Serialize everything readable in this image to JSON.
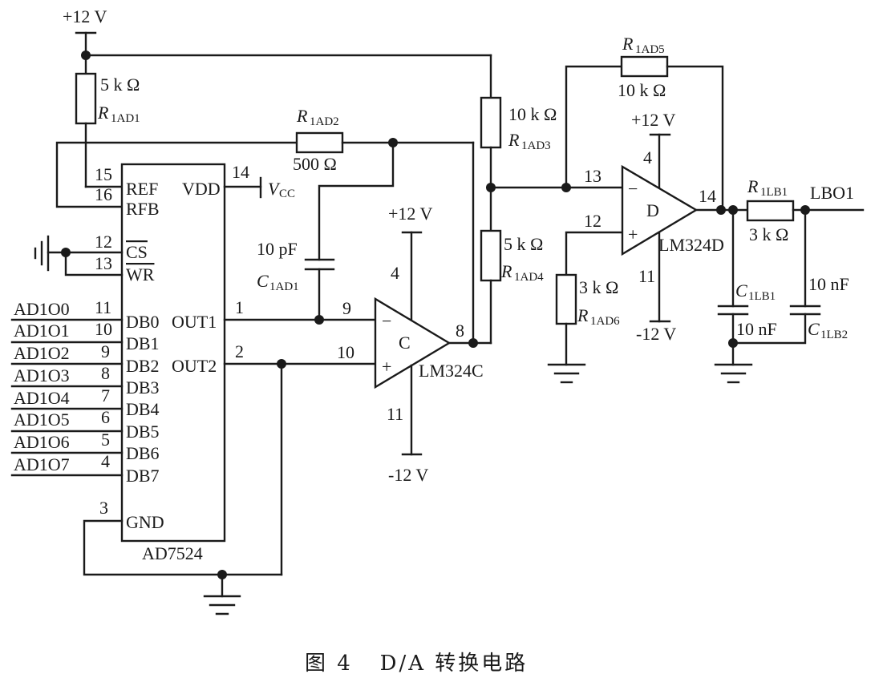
{
  "figure": {
    "caption": "图 4   D/A 转换电路"
  },
  "power": {
    "vpos": "+12 V",
    "vneg": "-12 V",
    "vcc_main": "V",
    "vcc_sub": "CC"
  },
  "dac": {
    "part": "AD7524",
    "pins_left": [
      {
        "num": "15",
        "name": "REF"
      },
      {
        "num": "16",
        "name": "RFB"
      },
      {
        "num": "12",
        "name": "CS"
      },
      {
        "num": "13",
        "name": "WR"
      },
      {
        "num": "11",
        "name": "DB0"
      },
      {
        "num": "10",
        "name": "DB1"
      },
      {
        "num": "9",
        "name": "DB2"
      },
      {
        "num": "8",
        "name": "DB3"
      },
      {
        "num": "7",
        "name": "DB4"
      },
      {
        "num": "6",
        "name": "DB5"
      },
      {
        "num": "5",
        "name": "DB6"
      },
      {
        "num": "4",
        "name": "DB7"
      },
      {
        "num": "3",
        "name": "GND"
      }
    ],
    "pins_right": [
      {
        "num": "14",
        "name": "VDD"
      },
      {
        "num": "1",
        "name": "OUT1"
      },
      {
        "num": "2",
        "name": "OUT2"
      }
    ],
    "data_nets": [
      "AD1O0",
      "AD1O1",
      "AD1O2",
      "AD1O3",
      "AD1O4",
      "AD1O5",
      "AD1O6",
      "AD1O7"
    ]
  },
  "opamp_c": {
    "letter": "C",
    "part": "LM324C",
    "pin_inv": "9",
    "pin_noninv": "10",
    "pin_out": "8",
    "pin_vpos": "4",
    "pin_vneg": "11",
    "minus": "−",
    "plus": "+"
  },
  "opamp_d": {
    "letter": "D",
    "part": "LM324D",
    "pin_inv": "13",
    "pin_noninv": "12",
    "pin_out": "14",
    "pin_vpos": "4",
    "pin_vneg": "11",
    "minus": "−",
    "plus": "+"
  },
  "components": {
    "r1ad1": {
      "main": "R",
      "sub": "1AD1",
      "value": "5 k Ω"
    },
    "r1ad2": {
      "main": "R",
      "sub": "1AD2",
      "value": "500  Ω"
    },
    "r1ad3": {
      "main": "R",
      "sub": "1AD3",
      "value": "10 k Ω"
    },
    "r1ad4": {
      "main": "R",
      "sub": "1AD4",
      "value": "5 k Ω"
    },
    "r1ad5": {
      "main": "R",
      "sub": "1AD5",
      "value": "10 k Ω"
    },
    "r1ad6": {
      "main": "R",
      "sub": "1AD6",
      "value": "3 k Ω"
    },
    "r1lb1": {
      "main": "R",
      "sub": "1LB1",
      "value": "3 k Ω"
    },
    "c1ad1": {
      "main": "C",
      "sub": "1AD1",
      "value": "10 pF"
    },
    "c1lb1": {
      "main": "C",
      "sub": "1LB1",
      "value": "10 nF"
    },
    "c1lb2": {
      "main": "C",
      "sub": "1LB2",
      "value": "10 nF"
    }
  },
  "output": {
    "net": "LBO1"
  }
}
